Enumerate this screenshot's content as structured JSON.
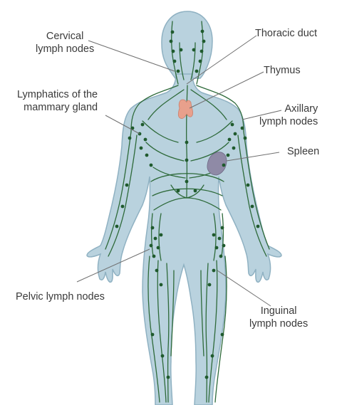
{
  "labels": {
    "cervical": [
      "Cervical",
      "lymph nodes"
    ],
    "thoracic_duct": "Thoracic duct",
    "thymus": "Thymus",
    "mammary": [
      "Lymphatics of the",
      "mammary gland"
    ],
    "axillary": [
      "Axillary",
      "lymph nodes"
    ],
    "spleen": "Spleen",
    "pelvic": "Pelvic lymph nodes",
    "inguinal": [
      "Inguinal",
      "lymph nodes"
    ]
  },
  "colors": {
    "body_fill": "#b9d2de",
    "body_outline": "#8fb1c2",
    "lymph_vessel": "#2e6a3a",
    "lymph_node": "#1f5a2d",
    "thymus": "#e8a08c",
    "spleen": "#8f8aa6",
    "leader_line": "#6f6f6f",
    "label_text": "#3a3a3a"
  }
}
